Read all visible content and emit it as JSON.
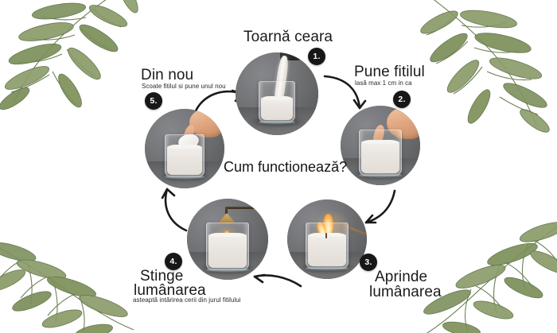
{
  "poster": {
    "center_title": "Cum functionează?",
    "background_color": "#ffffff",
    "accent_color": "#171717"
  },
  "decorations": [
    {
      "name": "leaf-branch-top-left",
      "type": "watercolor-olive-branch"
    },
    {
      "name": "leaf-branch-top-right",
      "type": "watercolor-olive-branch"
    },
    {
      "name": "leaf-branch-bottom-left",
      "type": "watercolor-olive-branch"
    },
    {
      "name": "leaf-branch-bottom-right",
      "type": "watercolor-olive-branch"
    }
  ],
  "steps": [
    {
      "number": "1.",
      "title": "Toarnă ceara",
      "subtitle": "",
      "photo_alt": "wax-pouring-into-glass-jar"
    },
    {
      "number": "2.",
      "title": "Pune fitilul",
      "subtitle": "lasă max 1 cm in ca",
      "photo_alt": "hand-placing-wick-in-wax"
    },
    {
      "number": "3.",
      "title_line1": "Aprinde",
      "title_line2": "lumânarea",
      "subtitle": "",
      "photo_alt": "lighting-candle-with-match"
    },
    {
      "number": "4.",
      "title_line1": "Stinge",
      "title_line2": "lumânarea",
      "subtitle": "asteaptă intărirea cerii din jurul fitilului",
      "photo_alt": "candle-snuffer-extinguishing-flame"
    },
    {
      "number": "5.",
      "title": "Din nou",
      "subtitle": "Scoate fitilul si pune unul nou",
      "photo_alt": "hand-removing-wick-sticker-from-jar"
    }
  ],
  "arrows": [
    {
      "name": "arrow-step5-to-step1"
    },
    {
      "name": "arrow-step1-to-step2"
    },
    {
      "name": "arrow-step2-to-step3"
    },
    {
      "name": "arrow-step3-to-step4"
    },
    {
      "name": "arrow-step4-to-step5"
    }
  ]
}
